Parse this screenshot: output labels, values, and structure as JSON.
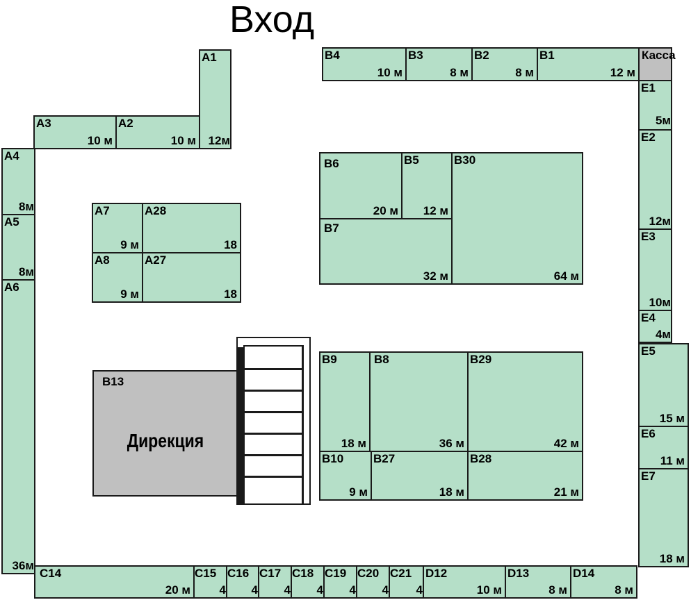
{
  "title": "Вход",
  "direction_label": "Дирекция",
  "rooms": {
    "A1": {
      "label": "A1",
      "size": "12м"
    },
    "A2": {
      "label": "A2",
      "size": "10 м"
    },
    "A3": {
      "label": "A3",
      "size": "10 м"
    },
    "A4": {
      "label": "A4",
      "size": "8м"
    },
    "A5": {
      "label": "A5",
      "size": "8м"
    },
    "A6": {
      "label": "A6",
      "size": "36м"
    },
    "A7": {
      "label": "A7",
      "size": "9 м"
    },
    "A8": {
      "label": "A8",
      "size": "9 м"
    },
    "A27": {
      "label": "A27",
      "size": "18"
    },
    "A28": {
      "label": "A28",
      "size": "18"
    },
    "B1": {
      "label": "B1",
      "size": "12 м"
    },
    "B2": {
      "label": "B2",
      "size": "8 м"
    },
    "B3": {
      "label": "B3",
      "size": "8 м"
    },
    "B4": {
      "label": "B4",
      "size": "10 м"
    },
    "B5": {
      "label": "B5",
      "size": "12 м"
    },
    "B6": {
      "label": "B6",
      "size": "20 м"
    },
    "B7": {
      "label": "B7",
      "size": "32 м"
    },
    "B8": {
      "label": "B8",
      "size": "36 м"
    },
    "B9": {
      "label": "B9",
      "size": "18 м"
    },
    "B10": {
      "label": "B10",
      "size": "9 м"
    },
    "B13": {
      "label": "B13",
      "size": ""
    },
    "B27": {
      "label": "B27",
      "size": "18 м"
    },
    "B28": {
      "label": "B28",
      "size": "21 м"
    },
    "B29": {
      "label": "B29",
      "size": "42 м"
    },
    "B30": {
      "label": "B30",
      "size": "64 м"
    },
    "C14": {
      "label": "C14",
      "size": "20 м"
    },
    "C15": {
      "label": "C15",
      "size": "4"
    },
    "C16": {
      "label": "C16",
      "size": "4"
    },
    "C17": {
      "label": "C17",
      "size": "4"
    },
    "C18": {
      "label": "C18",
      "size": "4"
    },
    "C19": {
      "label": "C19",
      "size": "4"
    },
    "C20": {
      "label": "C20",
      "size": "4"
    },
    "C21": {
      "label": "C21",
      "size": "4"
    },
    "D12": {
      "label": "D12",
      "size": "10 м"
    },
    "D13": {
      "label": "D13",
      "size": "8 м"
    },
    "D14": {
      "label": "D14",
      "size": "8 м"
    },
    "Kassa": {
      "label": "Касса",
      "size": ""
    },
    "E1": {
      "label": "E1",
      "size": "5м"
    },
    "E2": {
      "label": "E2",
      "size": "12м"
    },
    "E3": {
      "label": "E3",
      "size": "10м"
    },
    "E4": {
      "label": "E4",
      "size": "4м"
    },
    "E5": {
      "label": "E5",
      "size": "15 м"
    },
    "E6": {
      "label": "E6",
      "size": "11 м"
    },
    "E7": {
      "label": "E7",
      "size": "18 м"
    }
  },
  "colors": {
    "stall": "#b5dfc8",
    "office": "#c0c0c0",
    "outline": "#1a1a1a"
  }
}
